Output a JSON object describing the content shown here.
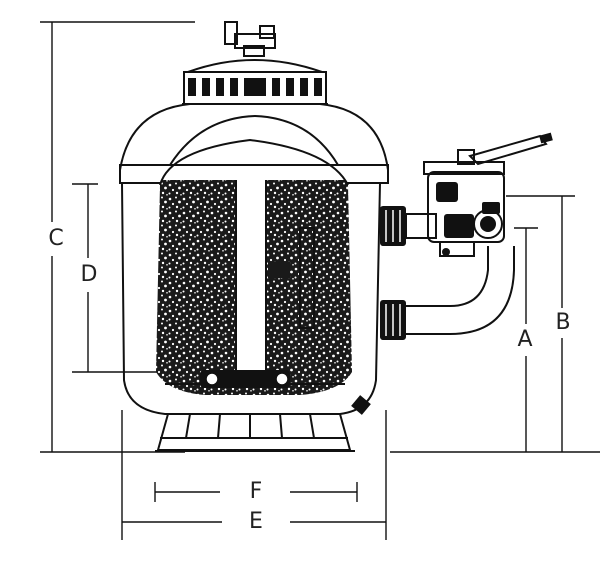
{
  "diagram": {
    "dimension_labels": {
      "a": "A",
      "b": "B",
      "c": "C",
      "d": "D",
      "e": "E",
      "f": "F"
    }
  }
}
